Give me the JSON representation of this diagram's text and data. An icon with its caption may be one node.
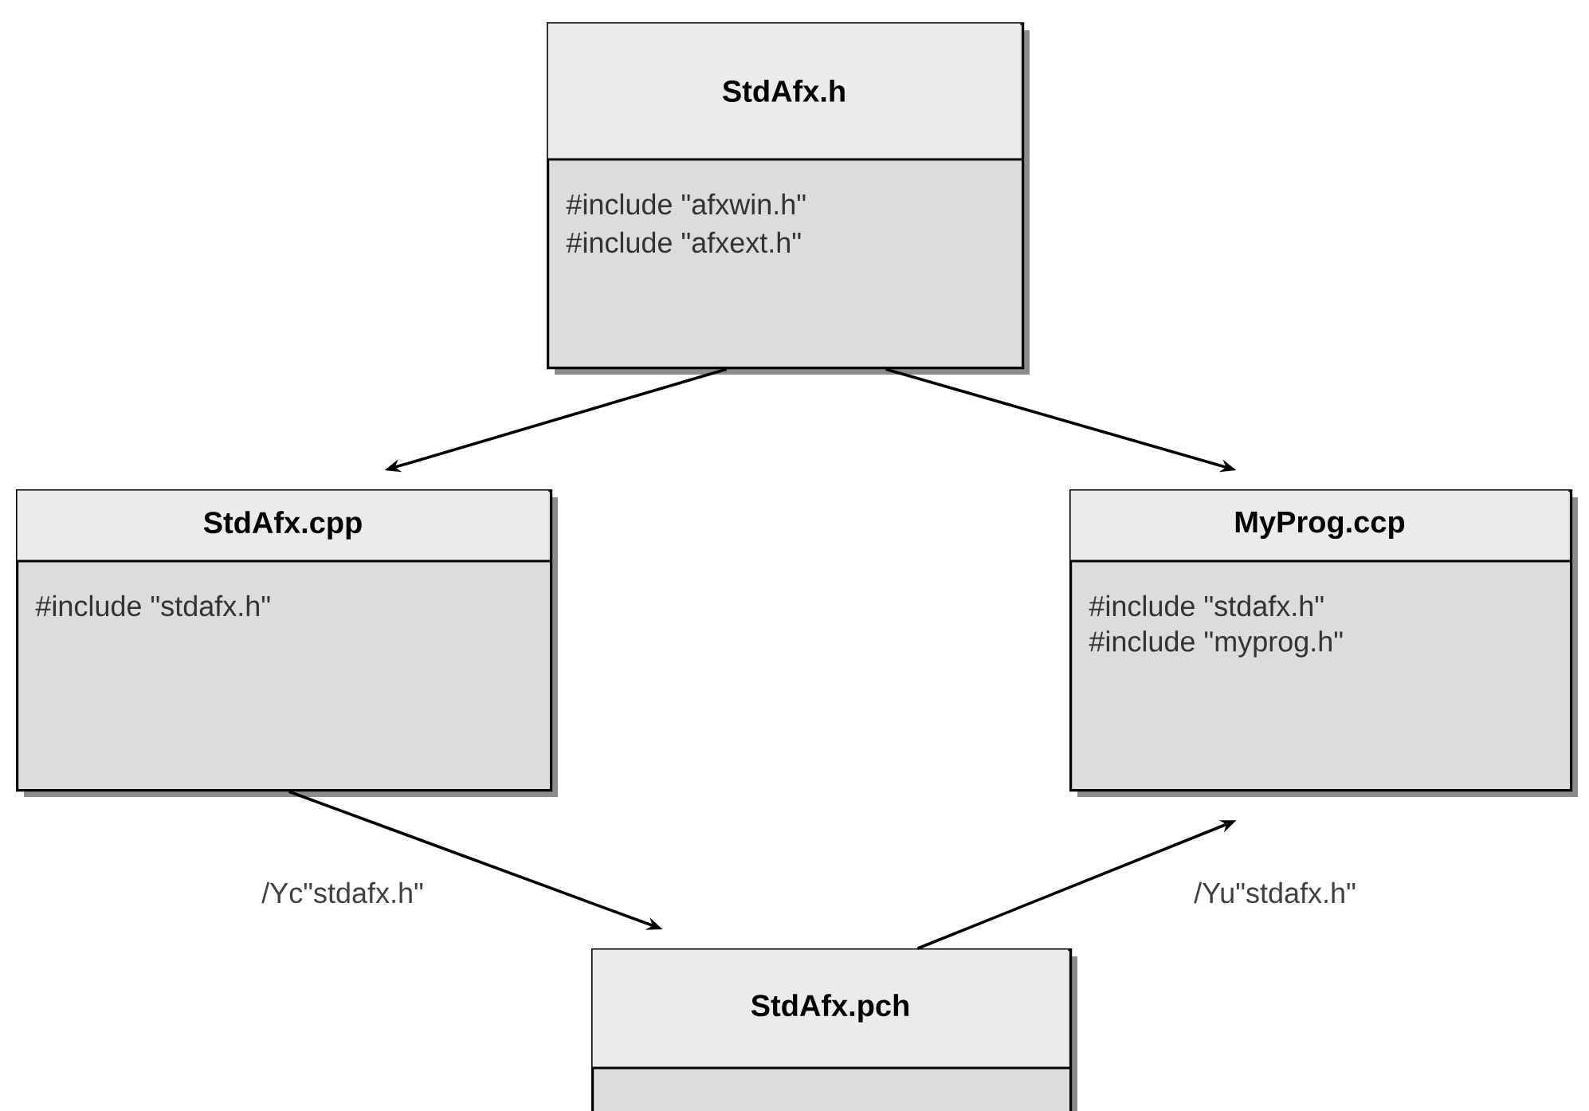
{
  "diagram": {
    "nodes": [
      {
        "text": [
          "StdAfx.h",
          "#include \"afxwin.h\"",
          "#include \"afxext.h\""
        ]
      },
      {
        "text": [
          "StdAfx.cpp",
          "#include \"stdafx.h\""
        ]
      },
      {
        "text": [
          "MyProg.ccp",
          "#include \"stdafx.h\"",
          "#include \"myprog.h\""
        ]
      },
      {
        "text": [
          "StdAfx.pch"
        ]
      }
    ],
    "edges": [
      {
        "from": 0,
        "to": 1,
        "arrow": "to"
      },
      {
        "from": 0,
        "to": 2,
        "arrow": "to"
      },
      {
        "from": 1,
        "to": 3,
        "arrow": "to",
        "label": "/Yc\"stdafx.h\""
      },
      {
        "from": 3,
        "to": 2,
        "arrow": "to",
        "label": "/Yu\"stdafx.h\""
      }
    ]
  }
}
